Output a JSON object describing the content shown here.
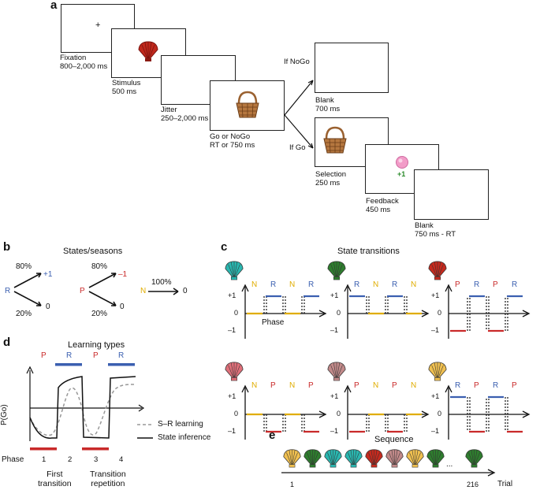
{
  "panel_a": {
    "letter": "a",
    "fixation_plus": "+",
    "captions": {
      "fixation": "Fixation\n800–2,000 ms",
      "stimulus": "Stimulus\n500 ms",
      "jitter": "Jitter\n250–2,000 ms",
      "gonogo": "Go or NoGo\nRT or 750 ms",
      "blank1": "Blank\n700 ms",
      "selection": "Selection\n250 ms",
      "feedback": "Feedback\n450 ms",
      "blank2": "Blank\n750 ms - RT"
    },
    "if_nogo": "If NoGo",
    "if_go": "If Go",
    "reward": "+1",
    "colors": {
      "shell": "#c0281c",
      "basket": "#9a6130",
      "coin": "#f29cc8"
    }
  },
  "panel_b": {
    "letter": "b",
    "title": "States/seasons",
    "r_state": {
      "label": "R",
      "top_pct": "80%",
      "top_val": "+1",
      "bot_pct": "20%",
      "bot_val": "0"
    },
    "p_state": {
      "label": "P",
      "top_pct": "80%",
      "top_val": "–1",
      "bot_pct": "20%",
      "bot_val": "0"
    },
    "n_state": {
      "label": "N",
      "pct": "100%",
      "val": "0"
    }
  },
  "panel_c": {
    "letter": "c",
    "title": "State transitions",
    "phase_label": "Phase",
    "y_ticks": [
      "+1",
      "0",
      "–1"
    ],
    "shell_colors": [
      "#2ab7b0",
      "#2e7d2e",
      "#c62a1e",
      "#e0707a",
      "#c28a8a",
      "#f0c050"
    ],
    "sequences": [
      {
        "states": [
          "N",
          "R",
          "N",
          "R"
        ]
      },
      {
        "states": [
          "R",
          "N",
          "R",
          "N"
        ]
      },
      {
        "states": [
          "P",
          "R",
          "P",
          "R"
        ]
      },
      {
        "states": [
          "N",
          "P",
          "N",
          "P"
        ]
      },
      {
        "states": [
          "P",
          "N",
          "P",
          "N"
        ]
      },
      {
        "states": [
          "R",
          "P",
          "R",
          "P"
        ]
      }
    ]
  },
  "panel_d": {
    "letter": "d",
    "title": "Learning types",
    "ylabel": "P(Go)",
    "phase_word": "Phase",
    "phase_nums": [
      "1",
      "2",
      "3",
      "4"
    ],
    "state_labels": [
      "P",
      "R",
      "P",
      "R"
    ],
    "legend": {
      "sr": "S–R learning",
      "state": "State inference"
    },
    "bottom_labels": {
      "first": "First\ntransition",
      "repeat": "Transition\nrepetition"
    }
  },
  "panel_e": {
    "letter": "e",
    "title": "Sequence",
    "ellipsis": "...",
    "start": "1",
    "end": "216",
    "axis": "Trial",
    "shell_colors": [
      "#f0c050",
      "#2e7d2e",
      "#2ab7b0",
      "#2ab7b0",
      "#c62a1e",
      "#c28a8a",
      "#f0c050",
      "#2e7d2e",
      "#2e7d2e"
    ]
  },
  "colors": {
    "blue": "#3b5fb0",
    "red": "#c92a2a",
    "yellow": "#e0ad00"
  }
}
